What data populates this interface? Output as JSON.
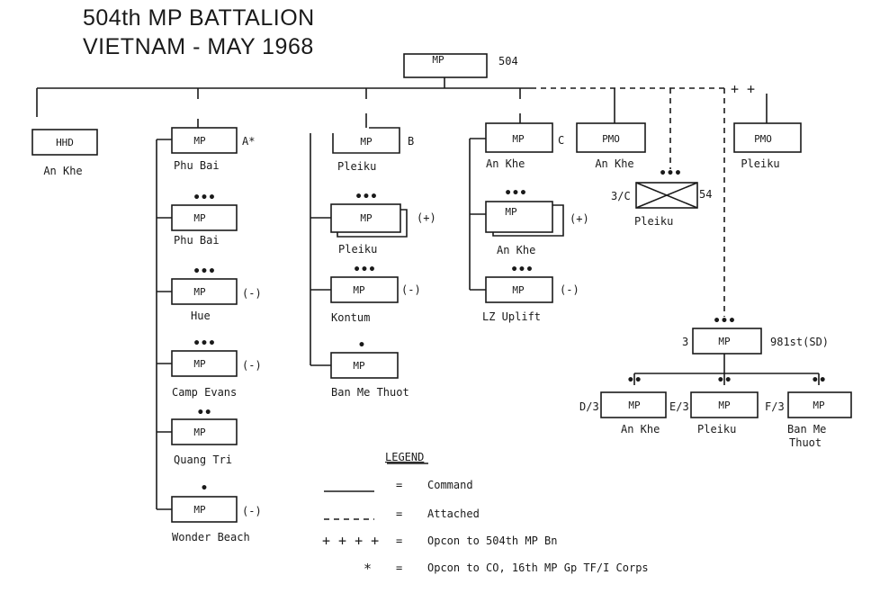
{
  "title": {
    "line1": "504th MP BATTALION",
    "line2": "VIETNAM - MAY 1968"
  },
  "hq": {
    "unit": "MP",
    "designation": "504"
  },
  "hhd": {
    "unit": "HHD",
    "location": "An Khe"
  },
  "company_a": {
    "designation": "A*",
    "units": [
      {
        "unit": "MP",
        "size": "",
        "location": "Phu Bai",
        "suffix": ""
      },
      {
        "unit": "MP",
        "size": "•••",
        "location": "Phu Bai",
        "suffix": ""
      },
      {
        "unit": "MP",
        "size": "•••",
        "location": "Hue",
        "suffix": "(-)"
      },
      {
        "unit": "MP",
        "size": "•••",
        "location": "Camp Evans",
        "suffix": "(-)"
      },
      {
        "unit": "MP",
        "size": "••",
        "location": "Quang Tri",
        "suffix": ""
      },
      {
        "unit": "MP",
        "size": "•",
        "location": "Wonder Beach",
        "suffix": "(-)"
      }
    ]
  },
  "company_b": {
    "designation": "B",
    "units": [
      {
        "unit": "MP",
        "size": "",
        "location": "Pleiku",
        "suffix": ""
      },
      {
        "unit": "MP",
        "size": "•••",
        "location": "Pleiku",
        "suffix": "(+)"
      },
      {
        "unit": "MP",
        "size": "•••",
        "location": "Kontum",
        "suffix": "(-)"
      },
      {
        "unit": "MP",
        "size": "•",
        "location": "Ban Me Thuot",
        "suffix": ""
      }
    ]
  },
  "company_c": {
    "designation": "C",
    "units": [
      {
        "unit": "MP",
        "size": "",
        "location": "An Khe",
        "suffix": ""
      },
      {
        "unit": "MP",
        "size": "•••",
        "location": "An Khe",
        "suffix": "(+)"
      },
      {
        "unit": "MP",
        "size": "•••",
        "location": "LZ Uplift",
        "suffix": "(-)"
      }
    ]
  },
  "pmo_ankhe": {
    "unit": "PMO",
    "location": "An Khe"
  },
  "pmo_pleiku": {
    "unit": "PMO",
    "location": "Pleiku"
  },
  "infantry": {
    "size": "•••",
    "left": "3/C",
    "right": "54",
    "location": "Pleiku"
  },
  "sd981": {
    "size": "•••",
    "prefix": "3",
    "unit": "MP",
    "designation": "981st(SD)",
    "subunits": [
      {
        "prefix": "D/3",
        "unit": "MP",
        "size": "••",
        "location": "An Khe",
        "location2": ""
      },
      {
        "prefix": "E/3",
        "unit": "MP",
        "size": "••",
        "location": "Pleiku",
        "location2": ""
      },
      {
        "prefix": "F/3",
        "unit": "MP",
        "size": "••",
        "location": "Ban Me",
        "location2": "Thuot"
      }
    ]
  },
  "plus_marks": "+ +",
  "legend": {
    "title": "LEGEND",
    "items": [
      {
        "symbol": "solid",
        "eq": "=",
        "text": "Command"
      },
      {
        "symbol": "dashed",
        "eq": "=",
        "text": "Attached"
      },
      {
        "symbol": "+ + + +",
        "eq": "=",
        "text": "Opcon to 504th MP Bn"
      },
      {
        "symbol": "*",
        "eq": "=",
        "text": "Opcon to CO, 16th MP Gp TF/I Corps"
      }
    ]
  }
}
